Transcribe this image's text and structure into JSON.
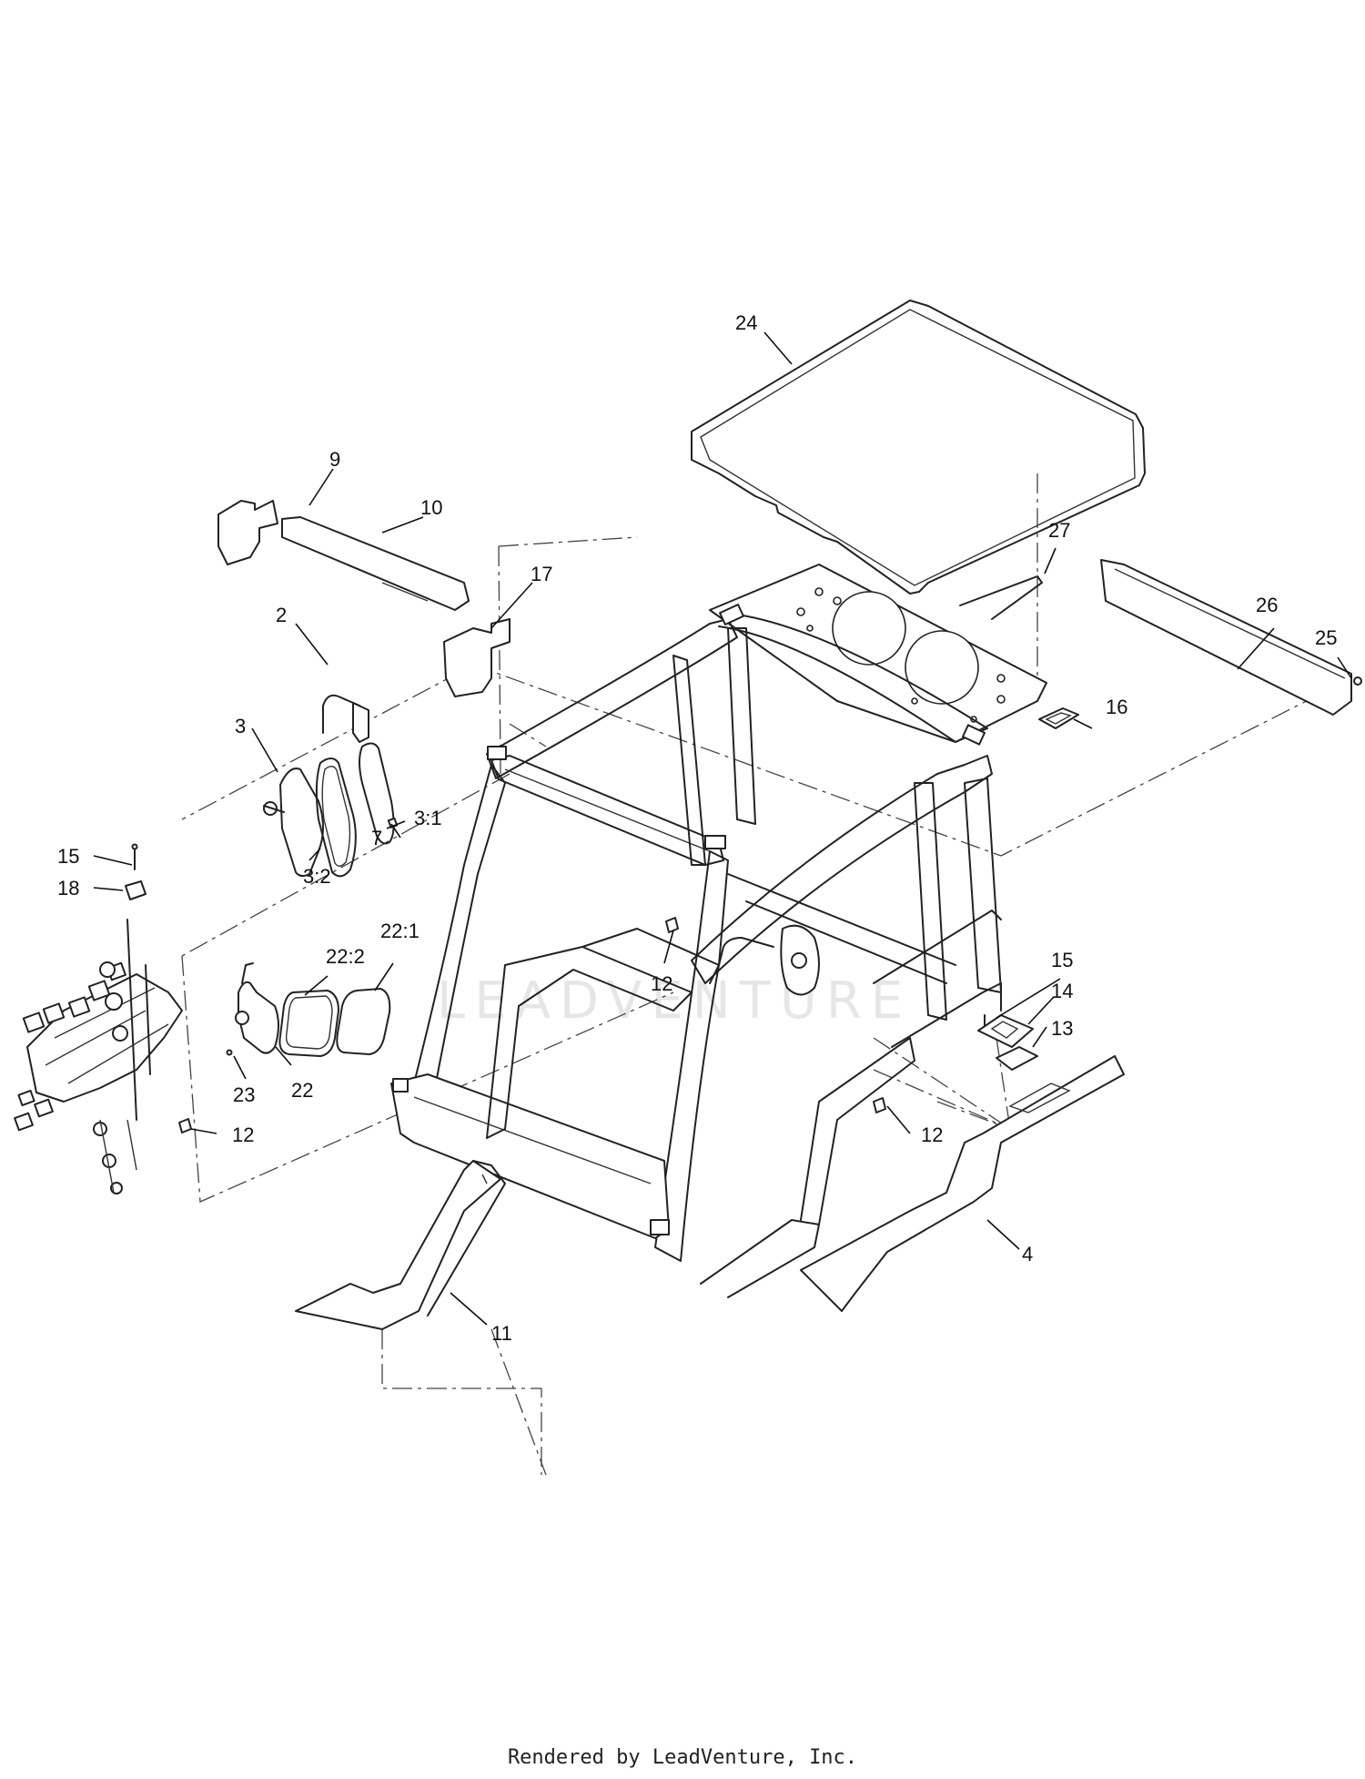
{
  "watermark": "LEADVENTURE",
  "footer": "Rendered by LeadVenture, Inc.",
  "callouts": {
    "c2": "2",
    "c3": "3",
    "c3_1": "3:1",
    "c3_2": "3:2",
    "c4": "4",
    "c7": "7",
    "c9": "9",
    "c10": "10",
    "c11": "11",
    "c12a": "12",
    "c12b": "12",
    "c12c": "12",
    "c13": "13",
    "c14": "14",
    "c15a": "15",
    "c15b": "15",
    "c16": "16",
    "c17": "17",
    "c18": "18",
    "c22": "22",
    "c22_1": "22:1",
    "c22_2": "22:2",
    "c23": "23",
    "c24": "24",
    "c25": "25",
    "c26": "26",
    "c27": "27"
  }
}
